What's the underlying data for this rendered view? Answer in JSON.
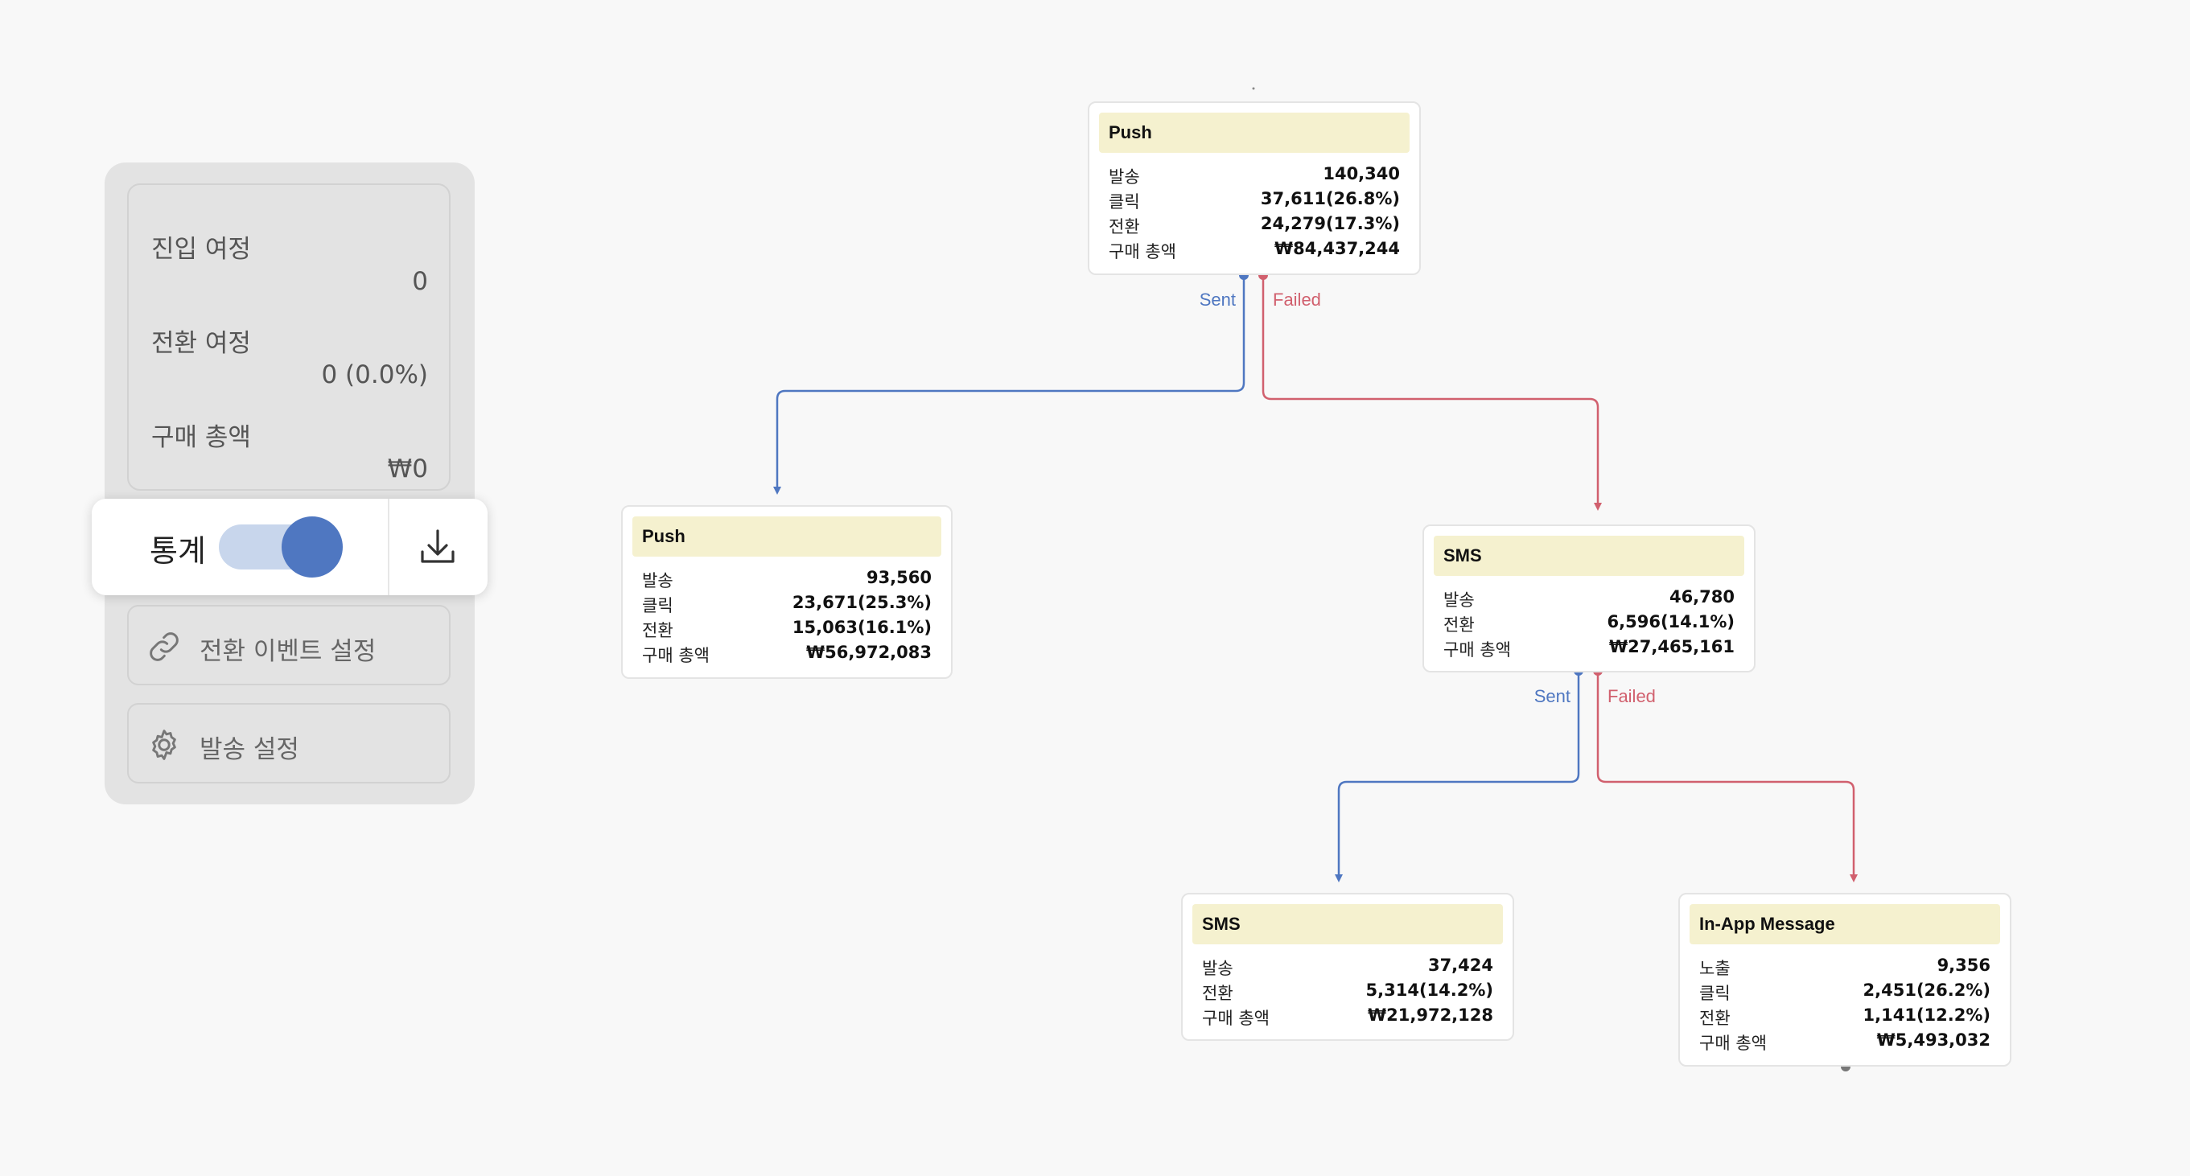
{
  "panel": {
    "stats": [
      {
        "label": "진입 여정",
        "value": "0"
      },
      {
        "label": "전환 여정",
        "value": "0 (0.0%)"
      },
      {
        "label": "구매 총액",
        "value": "₩0"
      }
    ],
    "toggle": {
      "label": "통계",
      "on": true
    },
    "download_icon": "download-icon",
    "menu": [
      {
        "label": "전환 이벤트 설정",
        "icon": "link-icon"
      },
      {
        "label": "발송 설정",
        "icon": "gear-icon"
      }
    ]
  },
  "colors": {
    "sent": "#4f77c1",
    "failed": "#d1606e",
    "header_bg": "#f5f1cf"
  },
  "edge_labels": {
    "sent": "Sent",
    "failed": "Failed"
  },
  "nodes": [
    {
      "title": "Push",
      "rows": [
        {
          "k": "발송",
          "v": "140,340"
        },
        {
          "k": "클릭",
          "v": "37,611(26.8%)"
        },
        {
          "k": "전환",
          "v": "24,279(17.3%)"
        },
        {
          "k": "구매 총액",
          "v": "₩84,437,244"
        }
      ]
    },
    {
      "title": "Push",
      "rows": [
        {
          "k": "발송",
          "v": "93,560"
        },
        {
          "k": "클릭",
          "v": "23,671(25.3%)"
        },
        {
          "k": "전환",
          "v": "15,063(16.1%)"
        },
        {
          "k": "구매 총액",
          "v": "₩56,972,083"
        }
      ]
    },
    {
      "title": "SMS",
      "rows": [
        {
          "k": "발송",
          "v": "46,780"
        },
        {
          "k": "전환",
          "v": "6,596(14.1%)"
        },
        {
          "k": "구매 총액",
          "v": "₩27,465,161"
        }
      ]
    },
    {
      "title": "SMS",
      "rows": [
        {
          "k": "발송",
          "v": "37,424"
        },
        {
          "k": "전환",
          "v": "5,314(14.2%)"
        },
        {
          "k": "구매 총액",
          "v": "₩21,972,128"
        }
      ]
    },
    {
      "title": "In-App Message",
      "rows": [
        {
          "k": "노출",
          "v": "9,356"
        },
        {
          "k": "클릭",
          "v": "2,451(26.2%)"
        },
        {
          "k": "전환",
          "v": "1,141(12.2%)"
        },
        {
          "k": "구매 총액",
          "v": "₩5,493,032"
        }
      ]
    }
  ]
}
